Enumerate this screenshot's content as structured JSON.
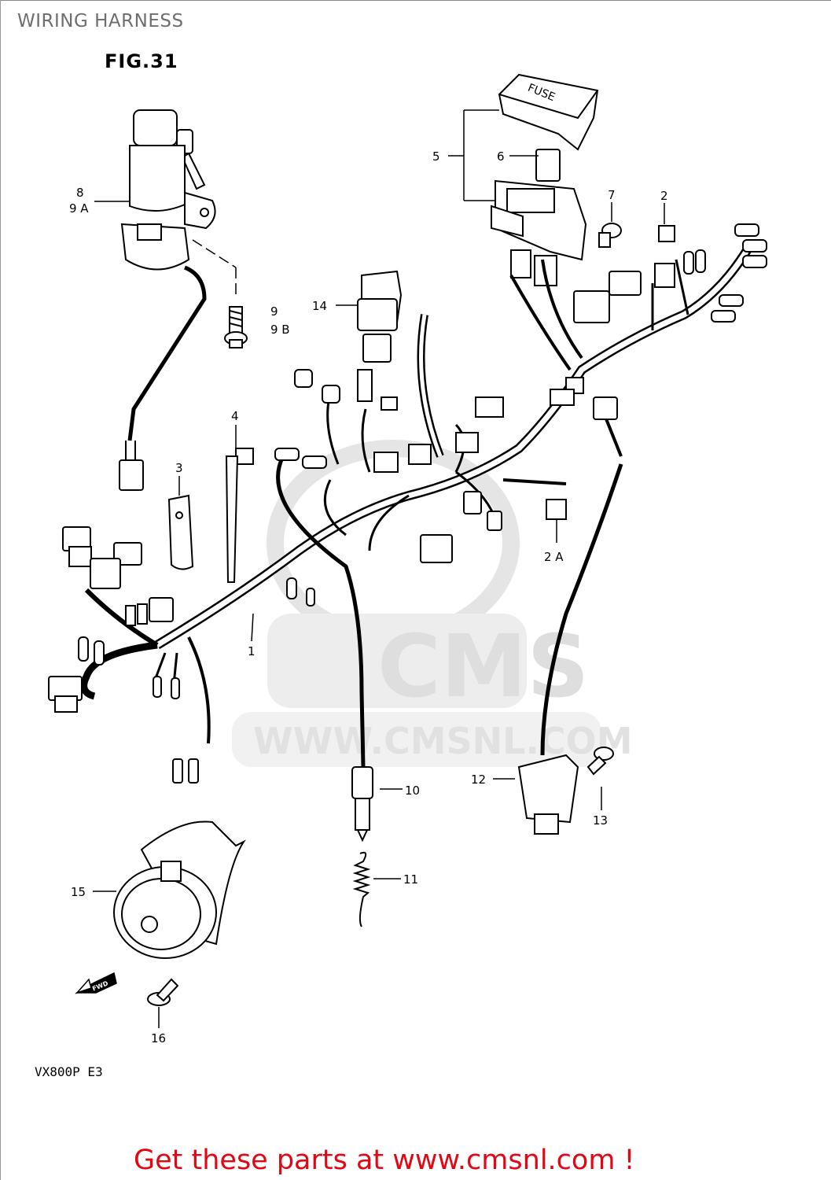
{
  "header": {
    "title": "WIRING HARNESS"
  },
  "figure": {
    "label": "FIG.31",
    "model": "VX800P  E3"
  },
  "watermark": {
    "logo": "CMS",
    "url": "WWW.CMSNL.COM"
  },
  "parts": {
    "p1": "1",
    "p2": "2",
    "p2a": "2 A",
    "p3": "3",
    "p4": "4",
    "p5": "5",
    "p6": "6",
    "p7": "7",
    "p8": "8",
    "p9a": "9 A",
    "p9": "9",
    "p9b": "9 B",
    "p10": "10",
    "p11": "11",
    "p12": "12",
    "p13": "13",
    "p14": "14",
    "p15": "15",
    "p16": "16"
  },
  "labels": {
    "fuse": "FUSE",
    "fwd": "FWD"
  },
  "cta": {
    "text": "Get these parts at www.cmsnl.com !"
  },
  "colors": {
    "cta": "#e30613",
    "line": "#000000",
    "watermark": "#d9d9d9",
    "title": "#6e6e6e"
  }
}
